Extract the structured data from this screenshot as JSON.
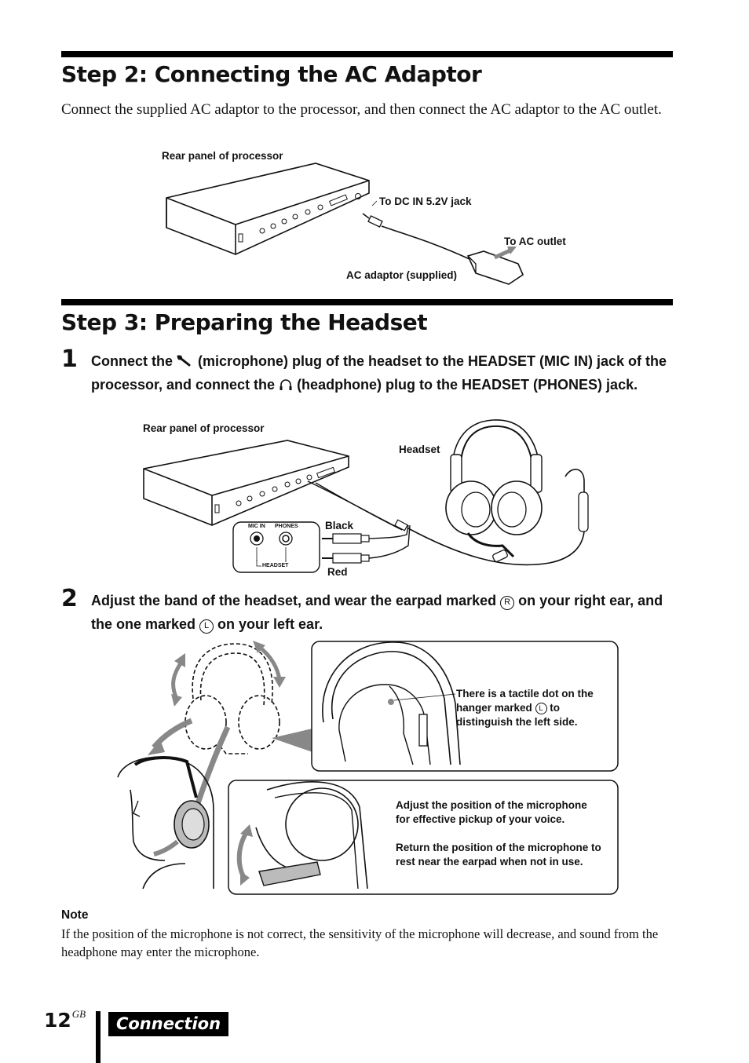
{
  "step2": {
    "title": "Step 2: Connecting the AC Adaptor",
    "body": "Connect the supplied AC adaptor to the processor, and then connect the AC adaptor to the AC outlet.",
    "labels": {
      "rear_panel": "Rear panel of processor",
      "dc_in": "To DC IN 5.2V jack",
      "ac_outlet": "To AC outlet",
      "adaptor": "AC adaptor (supplied)"
    }
  },
  "step3": {
    "title": "Step 3: Preparing the Headset",
    "item1": {
      "number": "1",
      "text_a": "Connect the ",
      "text_b": " (microphone) plug of the headset to the HEADSET (MIC IN) jack of the processor, and connect the ",
      "text_c": " (headphone) plug to the HEADSET (PHONES) jack."
    },
    "labels1": {
      "rear_panel": "Rear panel of processor",
      "headset": "Headset",
      "black": "Black",
      "red": "Red",
      "mic_in": "MIC IN",
      "phones": "PHONES",
      "headset_jack": "HEADSET"
    },
    "item2": {
      "number": "2",
      "text_a": "Adjust the band of the headset, and wear the earpad marked ",
      "mark_r": "R",
      "text_b": " on your right ear, and the one marked ",
      "mark_l": "L",
      "text_c": " on your left ear."
    },
    "labels2": {
      "tactile_a": "There is a tactile dot on the hanger marked ",
      "tactile_mark": "L",
      "tactile_b": " to distinguish the left side.",
      "mic_adjust": "Adjust the position of the microphone for effective pickup of your voice.",
      "mic_return": "Return the position of the microphone to rest near the earpad when not in use."
    }
  },
  "note": {
    "title": "Note",
    "text": "If the position of the microphone is not correct, the sensitivity of the microphone will decrease, and sound from the headphone may enter the microphone."
  },
  "footer": {
    "page_number": "12",
    "page_suffix": "GB",
    "section": "Connection"
  }
}
